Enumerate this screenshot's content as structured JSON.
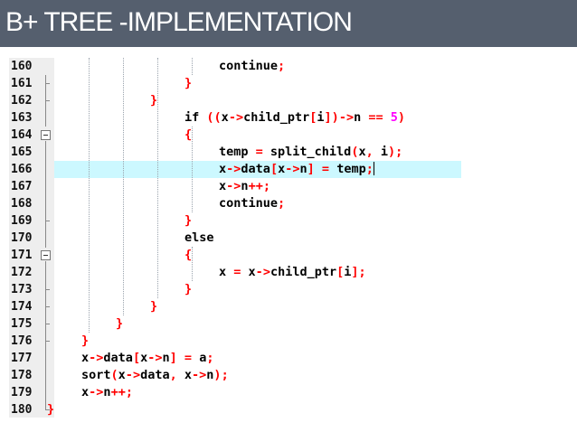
{
  "slide": {
    "title": "B+ TREE -IMPLEMENTATION"
  },
  "editor": {
    "highlighted_line": "166",
    "colors": {
      "highlight": "#ccf8ff",
      "operator": "#ff0000",
      "number": "#ff00ff",
      "text": "#000000",
      "gutter": "#eeeeee",
      "title_bar": "#555f6e"
    },
    "lines": [
      {
        "num": "160",
        "text": "continue;"
      },
      {
        "num": "161",
        "text": "}"
      },
      {
        "num": "162",
        "text": "}"
      },
      {
        "num": "163",
        "text": "if ((x->child_ptr[i])->n == 5)"
      },
      {
        "num": "164",
        "text": "{"
      },
      {
        "num": "165",
        "text": "temp = split_child(x, i);"
      },
      {
        "num": "166",
        "text": "x->data[x->n] = temp;"
      },
      {
        "num": "167",
        "text": "x->n++;"
      },
      {
        "num": "168",
        "text": "continue;"
      },
      {
        "num": "169",
        "text": "}"
      },
      {
        "num": "170",
        "text": "else"
      },
      {
        "num": "171",
        "text": "{"
      },
      {
        "num": "172",
        "text": "x = x->child_ptr[i];"
      },
      {
        "num": "173",
        "text": "}"
      },
      {
        "num": "174",
        "text": "}"
      },
      {
        "num": "175",
        "text": "}"
      },
      {
        "num": "176",
        "text": "}"
      },
      {
        "num": "177",
        "text": "x->data[x->n] = a;"
      },
      {
        "num": "178",
        "text": "sort(x->data, x->n);"
      },
      {
        "num": "179",
        "text": "x->n++;"
      },
      {
        "num": "180",
        "text": "}"
      }
    ]
  }
}
